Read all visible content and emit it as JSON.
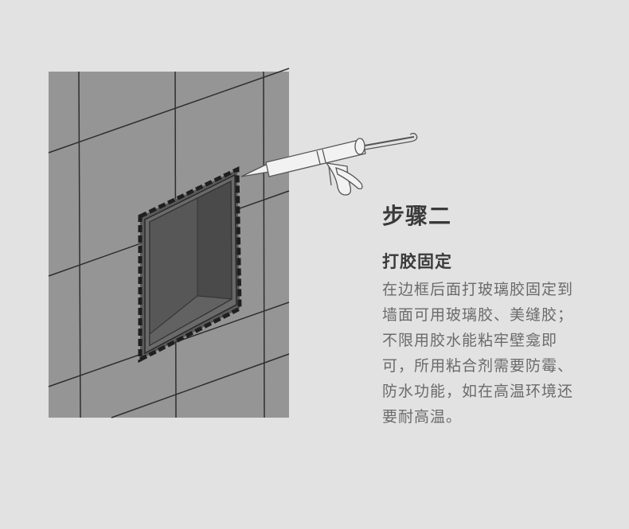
{
  "step": {
    "title": "步骤二",
    "subtitle": "打胶固定",
    "description": "在边框后面打玻璃胶固定到墙面可用玻璃胶、美缝胶；不限用胶水能粘牢壁龛即可，所用粘合剂需要防霉、防水功能，如在高温环境还要耐高温。"
  },
  "illustration": {
    "wall_color": "#959595",
    "niche_color": "#555555",
    "grout_color": "#2e2e2e",
    "icons": [
      "tiled-wall",
      "wall-niche",
      "caulk-gun-icon"
    ]
  }
}
